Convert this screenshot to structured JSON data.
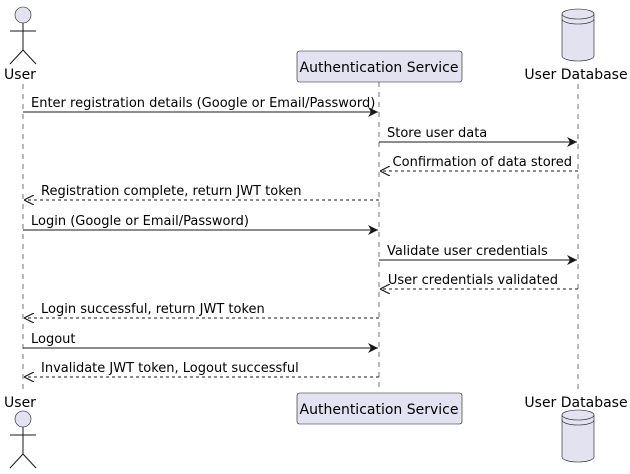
{
  "participants": {
    "user_top": "User",
    "user_bottom": "User",
    "auth_top": "Authentication Service",
    "auth_bottom": "Authentication Service",
    "db_top": "User Database",
    "db_bottom": "User Database"
  },
  "messages": [
    {
      "text": "Enter registration details (Google or Email/Password)",
      "from": "User",
      "to": "Authentication Service",
      "style": "solid"
    },
    {
      "text": "Store user data",
      "from": "Authentication Service",
      "to": "User Database",
      "style": "solid"
    },
    {
      "text": "Confirmation of data stored",
      "from": "User Database",
      "to": "Authentication Service",
      "style": "dashed"
    },
    {
      "text": "Registration complete, return JWT token",
      "from": "Authentication Service",
      "to": "User",
      "style": "dashed"
    },
    {
      "text": "Login (Google or Email/Password)",
      "from": "User",
      "to": "Authentication Service",
      "style": "solid"
    },
    {
      "text": "Validate user credentials",
      "from": "Authentication Service",
      "to": "User Database",
      "style": "solid"
    },
    {
      "text": "User credentials validated",
      "from": "User Database",
      "to": "Authentication Service",
      "style": "dashed"
    },
    {
      "text": "Login successful, return JWT token",
      "from": "Authentication Service",
      "to": "User",
      "style": "dashed"
    },
    {
      "text": "Logout",
      "from": "User",
      "to": "Authentication Service",
      "style": "solid"
    },
    {
      "text": "Invalidate JWT token, Logout successful",
      "from": "Authentication Service",
      "to": "User",
      "style": "dashed"
    }
  ],
  "colors": {
    "participant_fill": "#E2E2F0",
    "line": "#181818"
  }
}
